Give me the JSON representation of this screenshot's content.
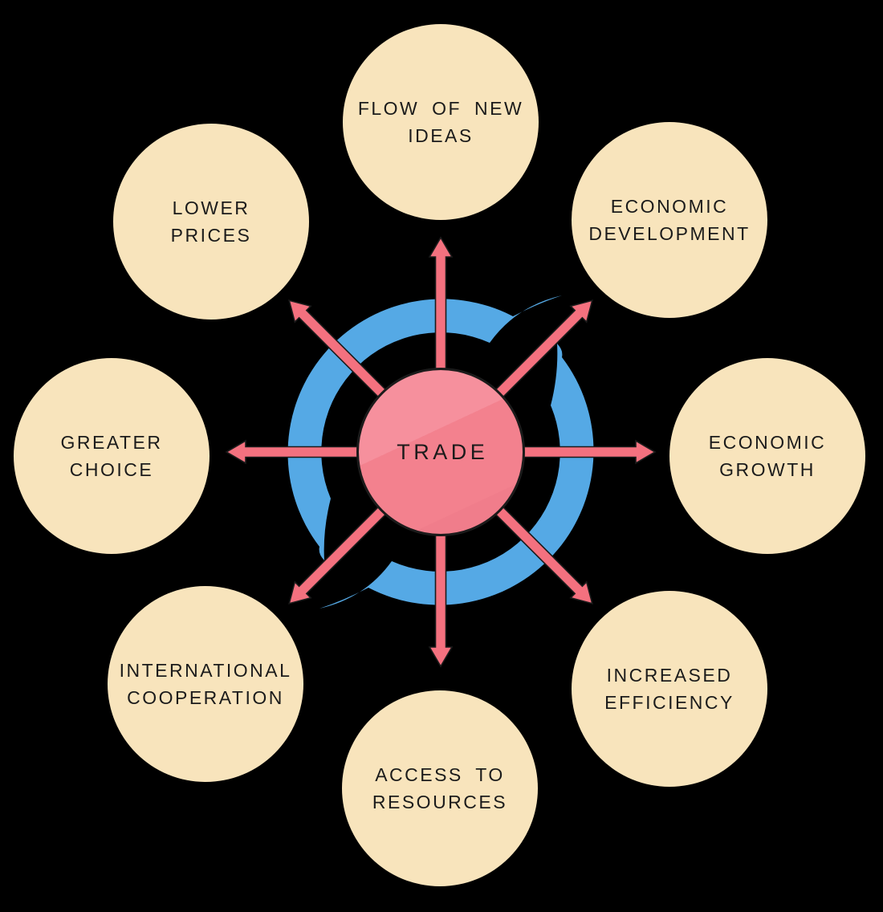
{
  "center": {
    "label": "TRADE"
  },
  "nodes": [
    {
      "id": "flow-of-new-ideas",
      "label": "FLOW OF NEW\nIDEAS"
    },
    {
      "id": "economic-development",
      "label": "ECONOMIC\nDEVELOPMENT"
    },
    {
      "id": "economic-growth",
      "label": "ECONOMIC\nGROWTH"
    },
    {
      "id": "increased-efficiency",
      "label": "INCREASED\nEFFICIENCY"
    },
    {
      "id": "access-to-resources",
      "label": "ACCESS TO\nRESOURCES"
    },
    {
      "id": "international-cooperation",
      "label": "INTERNATIONAL\nCOOPERATION"
    },
    {
      "id": "greater-choice",
      "label": "GREATER\nCHOICE"
    },
    {
      "id": "lower-prices",
      "label": "LOWER\nPRICES"
    }
  ],
  "graphics": {
    "cycle_arrow_icon": "two-blue-circular-cycle-arrows-behind-center",
    "radial_arrows_icon": "eight-pink-outward-arrows-from-center"
  },
  "colors": {
    "background": "#000000",
    "cycle_arrow": "#55A9E5",
    "radial_arrow": "#F4717F",
    "center_fill": "#F3818E",
    "node_fill": "#F8E4BC",
    "text": "#1B1B1B"
  }
}
